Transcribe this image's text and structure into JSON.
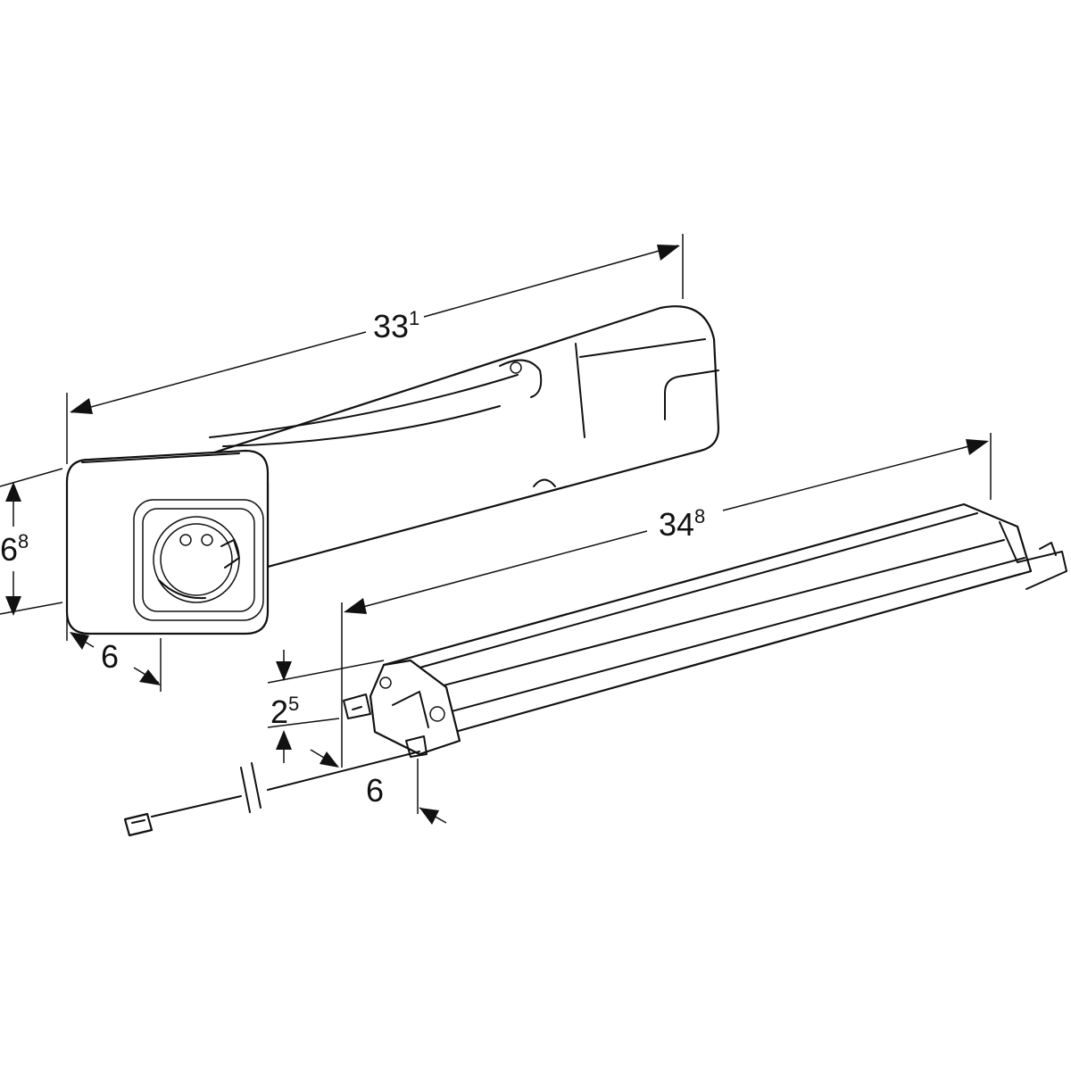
{
  "dimensions": {
    "socket_length": {
      "main": "33",
      "sup": "1"
    },
    "socket_height": {
      "main": "6",
      "sup": "8"
    },
    "socket_depth": {
      "main": "6"
    },
    "light_length": {
      "main": "34",
      "sup": "8"
    },
    "light_height": {
      "main": "2",
      "sup": "5"
    },
    "light_depth": {
      "main": "6"
    }
  }
}
